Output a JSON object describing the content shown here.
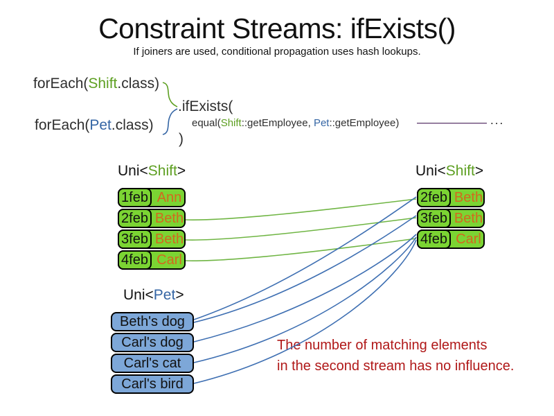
{
  "title": "Constraint Streams: ifExists()",
  "subtitle": "If joiners are used, conditional propagation uses hash lookups.",
  "code": {
    "foreach_shift": {
      "prefix": "forEach(",
      "class_name": "Shift",
      "suffix": ".class)"
    },
    "foreach_pet": {
      "prefix": "forEach(",
      "class_name": "Pet",
      "suffix": ".class)"
    },
    "if_exists": ".ifExists(",
    "equal": {
      "prefix": "equal(",
      "left_class": "Shift",
      "left_suffix": "::getEmployee, ",
      "right_class": "Pet",
      "right_suffix": "::getEmployee)"
    },
    "ellipsis": "...",
    "close_paren": ")"
  },
  "left_stream": {
    "label_prefix": "Uni<",
    "label_type": "Shift",
    "label_suffix": ">",
    "rows": [
      {
        "date": "1feb",
        "employee": "Ann"
      },
      {
        "date": "2feb",
        "employee": "Beth"
      },
      {
        "date": "3feb",
        "employee": "Beth"
      },
      {
        "date": "4feb",
        "employee": "Carl"
      }
    ]
  },
  "right_stream": {
    "label_prefix": "Uni<",
    "label_type": "Shift",
    "label_suffix": ">",
    "rows": [
      {
        "date": "2feb",
        "employee": "Beth"
      },
      {
        "date": "3feb",
        "employee": "Beth"
      },
      {
        "date": "4feb",
        "employee": "Carl"
      }
    ]
  },
  "pet_stream": {
    "label_prefix": "Uni<",
    "label_type": "Pet",
    "label_suffix": ">",
    "items": [
      {
        "name": "Beth's dog"
      },
      {
        "name": "Carl's dog"
      },
      {
        "name": "Carl's cat"
      },
      {
        "name": "Carl's bird"
      }
    ]
  },
  "note": {
    "line1": "The number of matching elements",
    "line2": "in the second stream has no influence."
  },
  "colors": {
    "shift_box_green": "#7bd433",
    "employee_orange": "#d2691e",
    "shift_token_green": "#5d9f21",
    "pet_token_blue": "#3465a4",
    "pet_box_blue": "#7da7d8",
    "green_line": "#6fb543",
    "blue_line": "#3e6fb2",
    "note_red": "#b01818",
    "equal_line_purple": "#5a4468"
  }
}
